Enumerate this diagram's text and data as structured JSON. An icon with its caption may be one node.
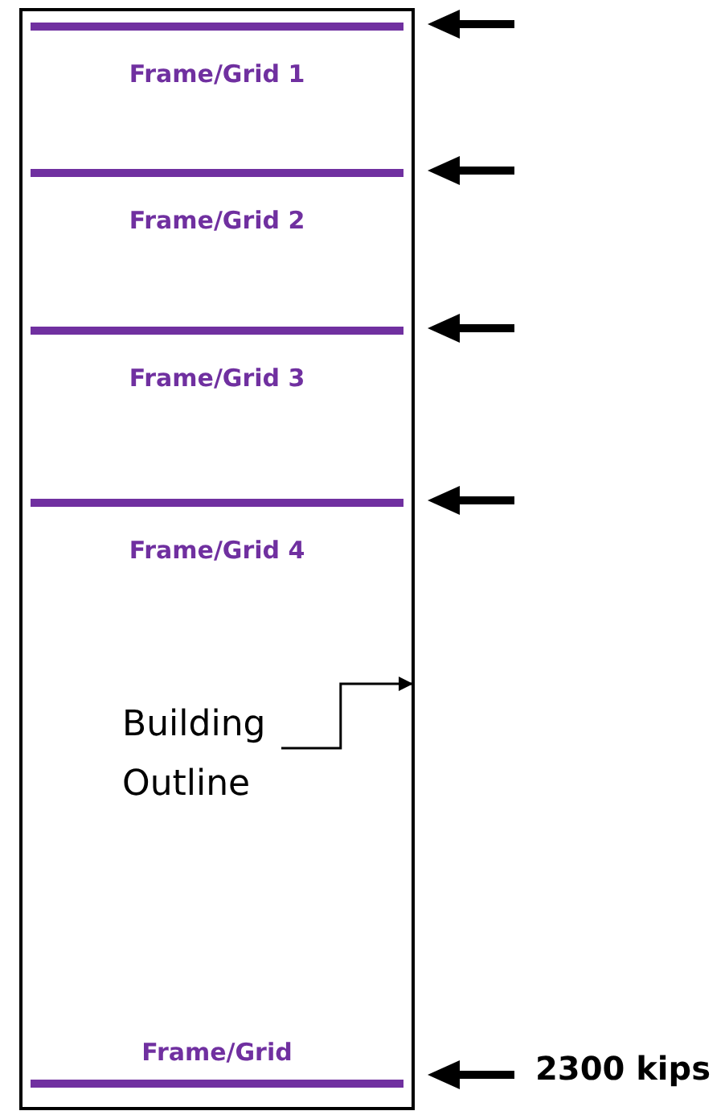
{
  "diagram": {
    "nodes": [
      {
        "text": [],
        "shape": "box"
      },
      {
        "text": [
          "Frame/Grid 1"
        ],
        "in": 0
      },
      {
        "text": [
          "Frame/Grid 2"
        ],
        "in": 0
      },
      {
        "text": [
          "Frame/Grid 3"
        ],
        "in": 0
      },
      {
        "text": [
          "Frame/Grid 4"
        ],
        "in": 0
      },
      {
        "text": [
          "Frame/Grid"
        ],
        "in": 0
      },
      {
        "text": [
          "Building Outline"
        ],
        "in": 0
      }
    ],
    "edges": [
      {
        "from": 6,
        "to": 0,
        "arrow": "to"
      }
    ],
    "labels": [
      "2300 kips"
    ]
  }
}
